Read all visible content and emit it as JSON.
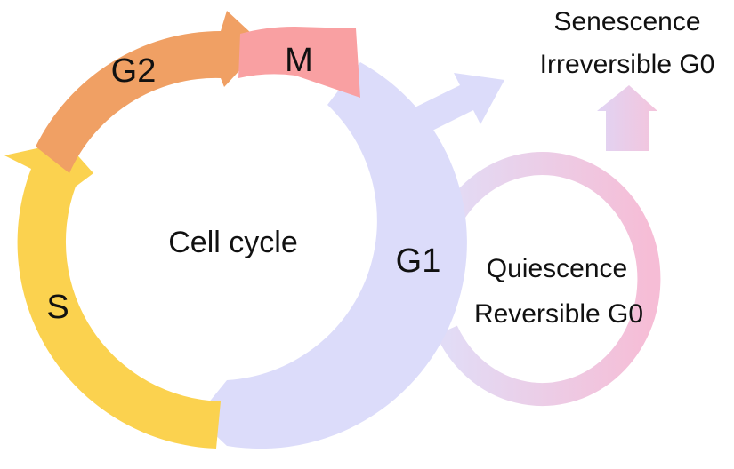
{
  "labels": {
    "cell_cycle": "Cell cycle",
    "g1": "G1",
    "s": "S",
    "g2": "G2",
    "m": "M",
    "quiescence": "Quiescence",
    "reversible_g0": "Reversible G0",
    "senescence": "Senescence",
    "irreversible_g0": "Irreversible G0"
  },
  "colors": {
    "g1": "#dcdcfa",
    "s": "#fbd24f",
    "g2": "#f0a064",
    "m": "#f9a0a2",
    "quiescence_start": "#e0d8f6",
    "quiescence_end": "#f6bfd8",
    "text": "#111111"
  }
}
